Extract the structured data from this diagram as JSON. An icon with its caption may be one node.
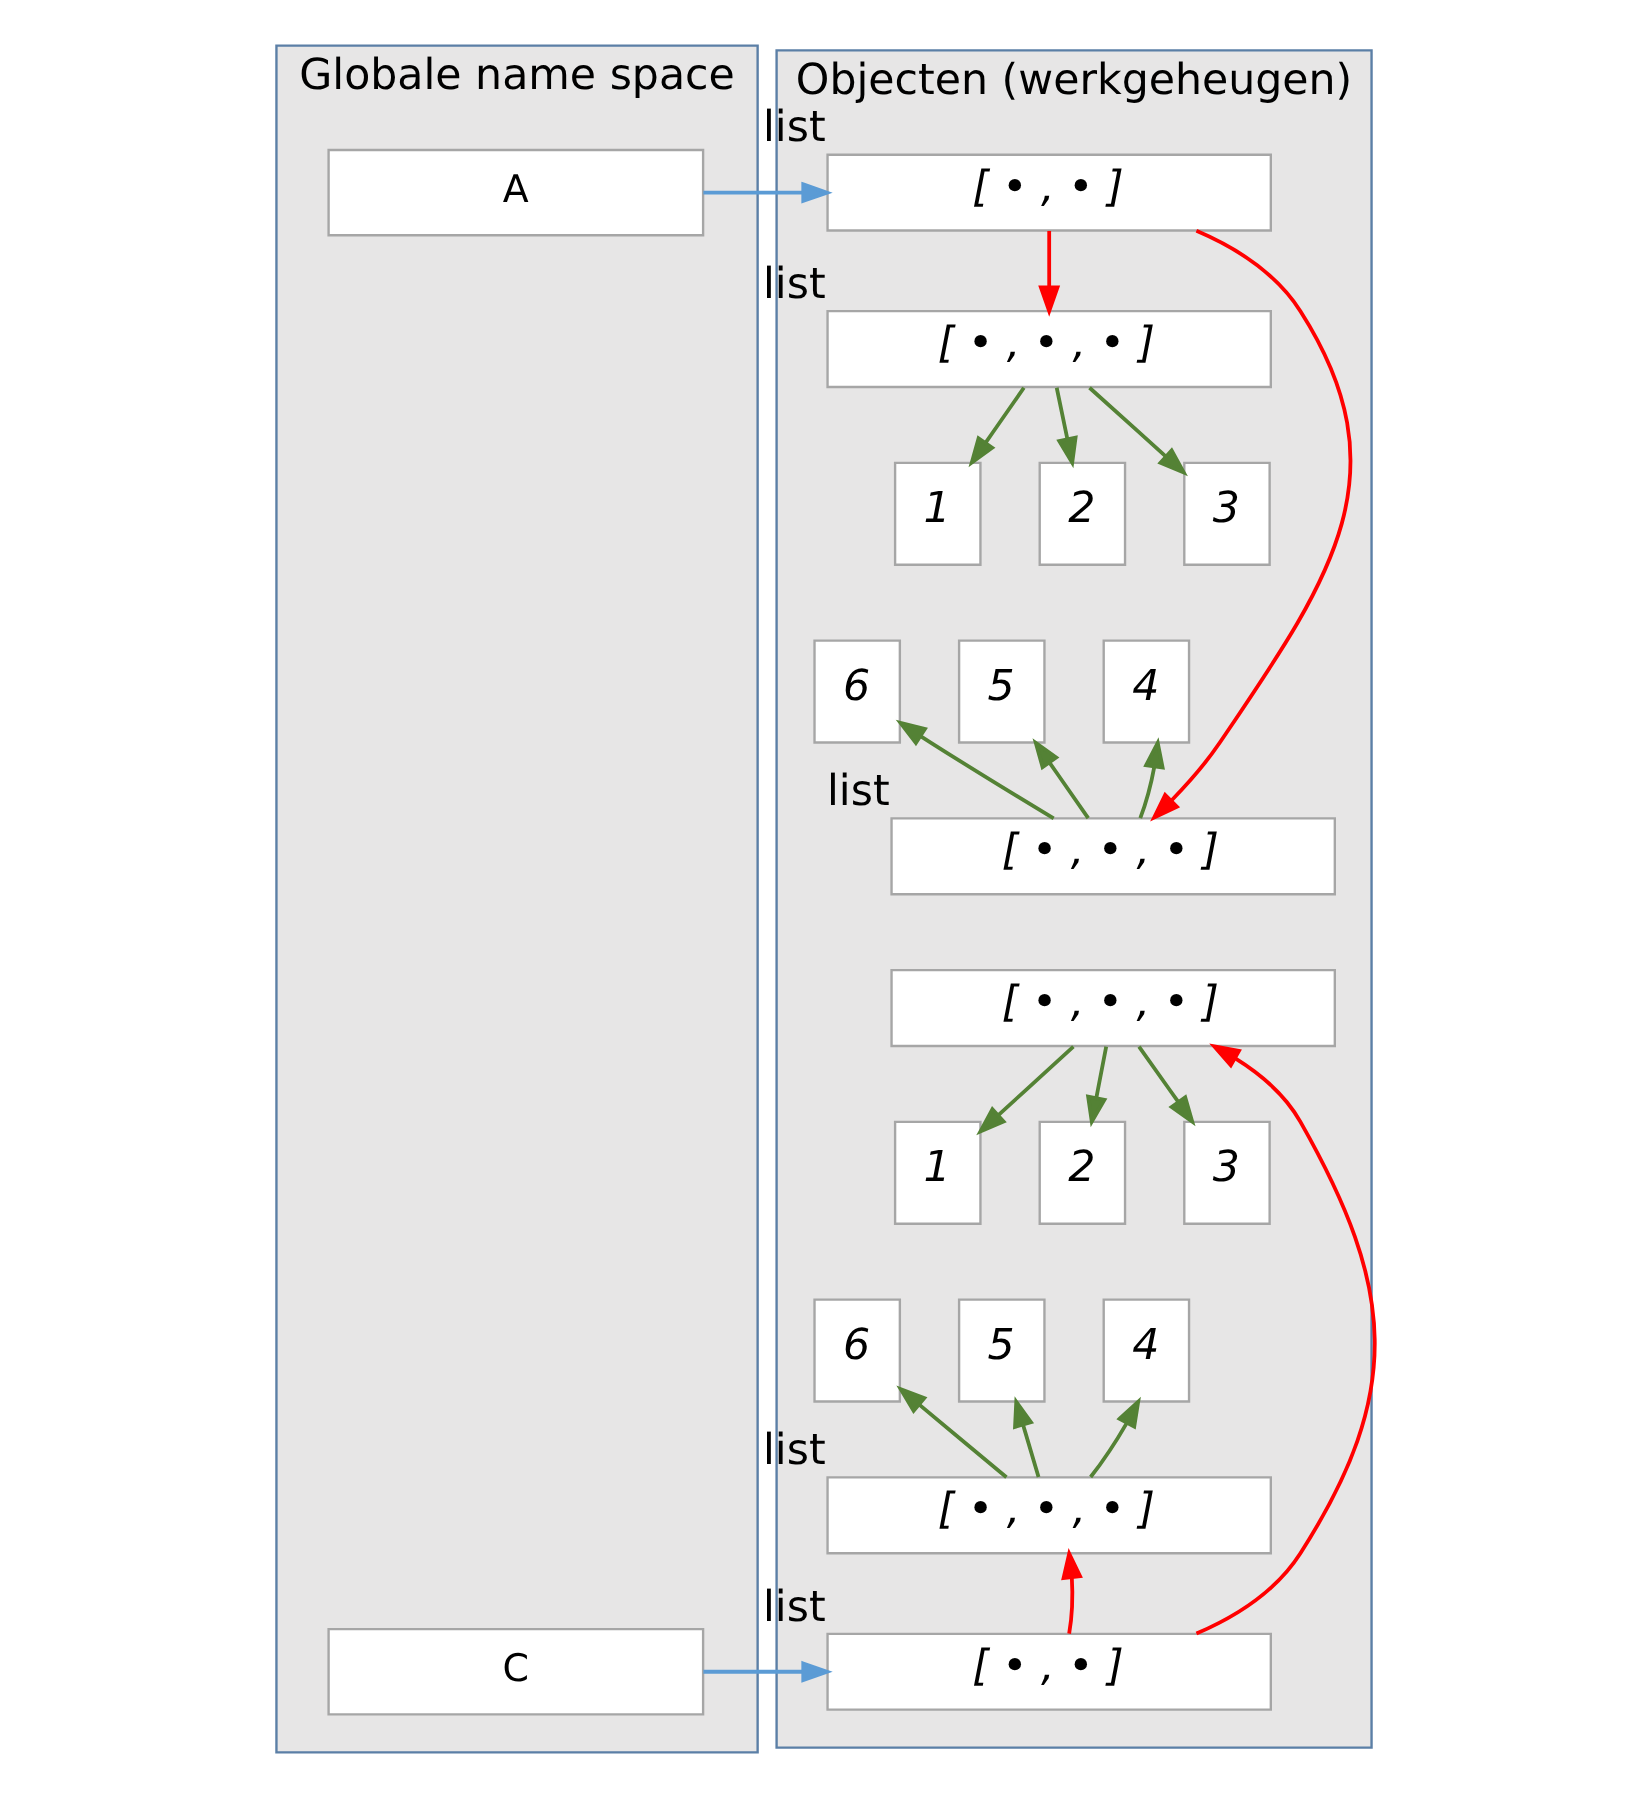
{
  "diagram": {
    "nodes": [
      {
        "text": [
          "Globale name space"
        ]
      },
      {
        "text": [
          "A"
        ],
        "in": 0
      },
      {
        "text": [
          "C"
        ],
        "in": 0
      },
      {
        "text": [
          "Objecten (werkgeheugen)"
        ]
      },
      {
        "text": [
          "[ • , • ]"
        ],
        "beside": [
          "list"
        ],
        "in": 3
      },
      {
        "text": [
          "[ • , • , • ]"
        ],
        "beside": [
          "list"
        ],
        "in": 3
      },
      {
        "text": [
          "1"
        ],
        "in": 3
      },
      {
        "text": [
          "2"
        ],
        "in": 3
      },
      {
        "text": [
          "3"
        ],
        "in": 3
      },
      {
        "text": [
          "4"
        ],
        "in": 3
      },
      {
        "text": [
          "5"
        ],
        "in": 3
      },
      {
        "text": [
          "6"
        ],
        "in": 3
      },
      {
        "text": [
          "[ • , • , • ]"
        ],
        "beside": [
          "list"
        ],
        "in": 3
      },
      {
        "text": [
          "[ • , • , • ]"
        ],
        "in": 3
      },
      {
        "text": [
          "1"
        ],
        "in": 3
      },
      {
        "text": [
          "2"
        ],
        "in": 3
      },
      {
        "text": [
          "3"
        ],
        "in": 3
      },
      {
        "text": [
          "4"
        ],
        "in": 3
      },
      {
        "text": [
          "5"
        ],
        "in": 3
      },
      {
        "text": [
          "6"
        ],
        "in": 3
      },
      {
        "text": [
          "[ • , • , • ]"
        ],
        "beside": [
          "list"
        ],
        "in": 3
      },
      {
        "text": [
          "[ • , • ]"
        ],
        "beside": [
          "list"
        ],
        "in": 3
      }
    ],
    "edges": [
      {
        "from": 1,
        "to": 4,
        "arrow": "to",
        "color": "#5b9bd5"
      },
      {
        "from": 2,
        "to": 21,
        "arrow": "to",
        "color": "#5b9bd5"
      },
      {
        "from": 4,
        "to": 5,
        "arrow": "to",
        "color": "#ff0000"
      },
      {
        "from": 4,
        "to": 12,
        "arrow": "to",
        "color": "#ff0000"
      },
      {
        "from": 5,
        "to": 6,
        "arrow": "to"
      },
      {
        "from": 5,
        "to": 7,
        "arrow": "to"
      },
      {
        "from": 5,
        "to": 8,
        "arrow": "to"
      },
      {
        "from": 12,
        "to": 9,
        "arrow": "to"
      },
      {
        "from": 12,
        "to": 10,
        "arrow": "to"
      },
      {
        "from": 12,
        "to": 11,
        "arrow": "to"
      },
      {
        "from": 13,
        "to": 14,
        "arrow": "to"
      },
      {
        "from": 13,
        "to": 15,
        "arrow": "to"
      },
      {
        "from": 13,
        "to": 16,
        "arrow": "to"
      },
      {
        "from": 20,
        "to": 17,
        "arrow": "to"
      },
      {
        "from": 20,
        "to": 18,
        "arrow": "to"
      },
      {
        "from": 20,
        "to": 19,
        "arrow": "to"
      },
      {
        "from": 21,
        "to": 13,
        "arrow": "to",
        "color": "#ff0000"
      },
      {
        "from": 21,
        "to": 20,
        "arrow": "to",
        "color": "#ff0000"
      }
    ]
  }
}
